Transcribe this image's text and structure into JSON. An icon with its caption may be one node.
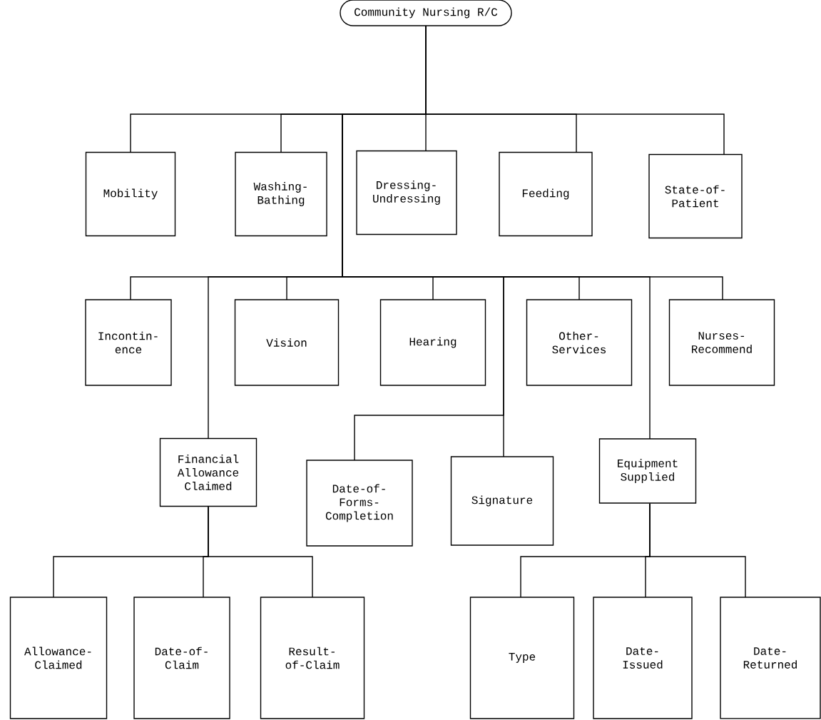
{
  "diagram": {
    "nodes": [
      {
        "text": [
          "Community Nursing R/C"
        ]
      },
      {
        "text": [
          "Mobility"
        ]
      },
      {
        "text": [
          "Washing- Bathing"
        ]
      },
      {
        "text": [
          "Dressing- Undressing"
        ]
      },
      {
        "text": [
          "Feeding"
        ]
      },
      {
        "text": [
          "State-of- Patient"
        ]
      },
      {
        "text": [
          "Incontin- ence"
        ]
      },
      {
        "text": [
          "Vision"
        ]
      },
      {
        "text": [
          "Hearing"
        ]
      },
      {
        "text": [
          "Other- Services"
        ]
      },
      {
        "text": [
          "Nurses- Recommend"
        ]
      },
      {
        "text": [
          "Financial Allowance Claimed"
        ]
      },
      {
        "text": [
          "Date-of- Forms- Completion"
        ]
      },
      {
        "text": [
          "Signature"
        ]
      },
      {
        "text": [
          "Equipment Supplied"
        ]
      },
      {
        "text": [
          "Allowance- Claimed"
        ]
      },
      {
        "text": [
          "Date-of- Claim"
        ]
      },
      {
        "text": [
          "Result- of-Claim"
        ]
      },
      {
        "text": [
          "Type"
        ]
      },
      {
        "text": [
          "Date- Issued"
        ]
      },
      {
        "text": [
          "Date- Returned"
        ]
      }
    ],
    "edges": [
      {
        "from": 0,
        "to": 1,
        "arrow": "none"
      },
      {
        "from": 0,
        "to": 2,
        "arrow": "none"
      },
      {
        "from": 0,
        "to": 3,
        "arrow": "none"
      },
      {
        "from": 0,
        "to": 4,
        "arrow": "none"
      },
      {
        "from": 0,
        "to": 5,
        "arrow": "none"
      },
      {
        "from": 0,
        "to": 6,
        "arrow": "none"
      },
      {
        "from": 0,
        "to": 7,
        "arrow": "none"
      },
      {
        "from": 0,
        "to": 8,
        "arrow": "none"
      },
      {
        "from": 0,
        "to": 9,
        "arrow": "none"
      },
      {
        "from": 0,
        "to": 10,
        "arrow": "none"
      },
      {
        "from": 0,
        "to": 11,
        "arrow": "none"
      },
      {
        "from": 0,
        "to": 12,
        "arrow": "none"
      },
      {
        "from": 0,
        "to": 13,
        "arrow": "none"
      },
      {
        "from": 0,
        "to": 14,
        "arrow": "none"
      },
      {
        "from": 11,
        "to": 15,
        "arrow": "none"
      },
      {
        "from": 11,
        "to": 16,
        "arrow": "none"
      },
      {
        "from": 11,
        "to": 17,
        "arrow": "none"
      },
      {
        "from": 14,
        "to": 18,
        "arrow": "none"
      },
      {
        "from": 14,
        "to": 19,
        "arrow": "none"
      },
      {
        "from": 14,
        "to": 20,
        "arrow": "none"
      }
    ]
  }
}
